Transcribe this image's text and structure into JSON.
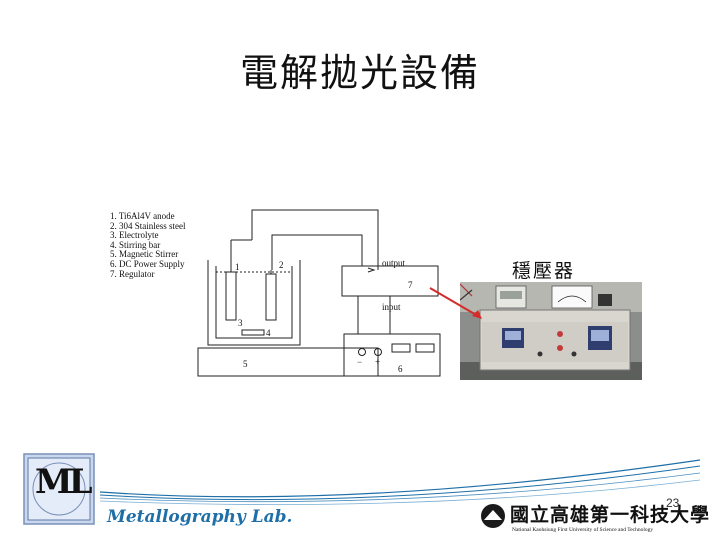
{
  "slide": {
    "title": "電解拋光設備",
    "page_number": "23"
  },
  "diagram": {
    "legend": [
      "1. Ti6Al4V anode",
      "2. 304 Stainless steel",
      "3. Electrolyte",
      "4. Stirring bar",
      "5. Magnetic Stirrer",
      "6. DC Power Supply",
      "7. Regulator"
    ],
    "labels": {
      "output": "output",
      "input": "input",
      "n1": "1",
      "n2": "2",
      "n3": "3",
      "n4": "4",
      "n5": "5",
      "n6": "6",
      "n7": "7",
      "minus": "−",
      "plus": "+"
    }
  },
  "photo": {
    "caption": "穩壓器",
    "arrow_color": "#d62b2b"
  },
  "footer": {
    "lab_logo_text": "ML",
    "lab_name": "Metallography Lab.",
    "university_name": "國立高雄第一科技大學",
    "university_english": "National Kaohsiung First University of Science and Technology",
    "accent_color": "#1e6fa8"
  }
}
